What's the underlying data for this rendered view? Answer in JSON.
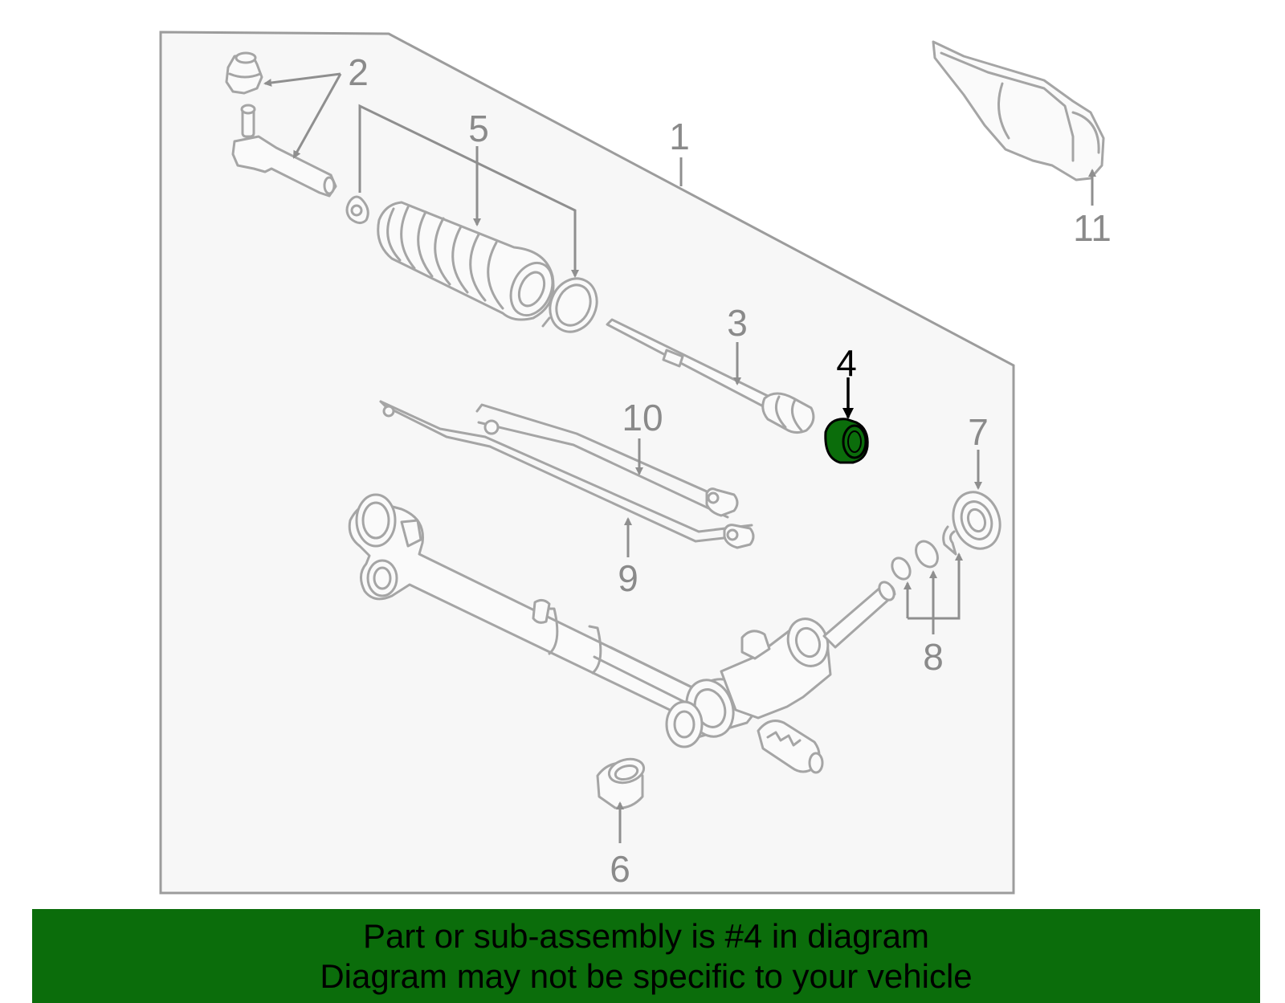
{
  "callouts": {
    "c1": "1",
    "c2": "2",
    "c3": "3",
    "c4": "4",
    "c5": "5",
    "c6": "6",
    "c7": "7",
    "c8": "8",
    "c9": "9",
    "c10": "10",
    "c11": "11"
  },
  "highlight": {
    "callout": "4",
    "color": "#0b6d0b"
  },
  "banner": {
    "line1": "Part or sub-assembly is #4 in diagram",
    "line2": "Diagram may not be specific to your vehicle",
    "background": "#0b6d0b"
  }
}
